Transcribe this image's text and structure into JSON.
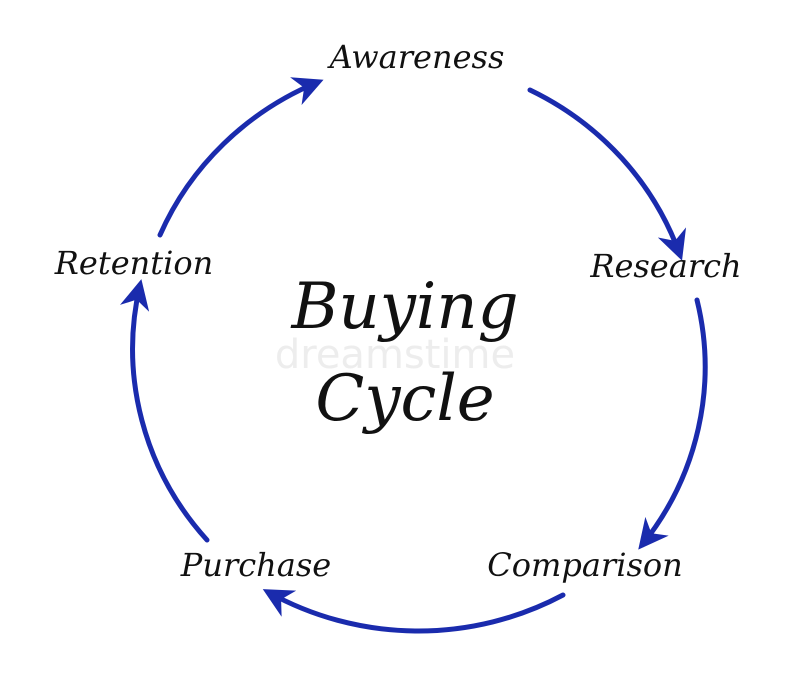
{
  "diagram": {
    "center_title_line1": "Buying",
    "center_title_line2": "Cycle",
    "watermark": "dreamstime",
    "stages": [
      {
        "label": "Awareness"
      },
      {
        "label": "Research"
      },
      {
        "label": "Comparison"
      },
      {
        "label": "Purchase"
      },
      {
        "label": "Retention"
      }
    ],
    "arrow_color": "#1a2bad",
    "text_color": "#111111",
    "flow_direction": "clockwise"
  }
}
